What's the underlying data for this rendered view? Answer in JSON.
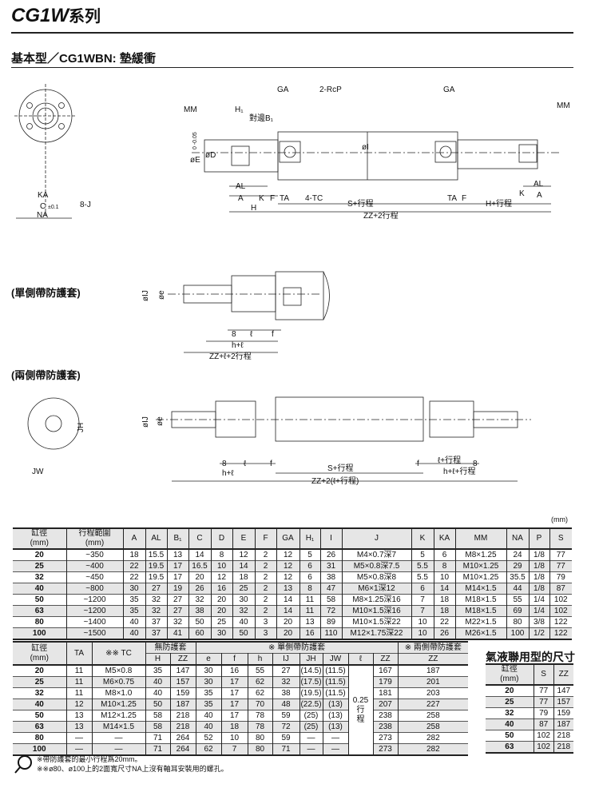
{
  "header": {
    "title_code": "CG1W",
    "title_series": "系列",
    "subtitle": "基本型／CG1WBN: 墊緩衝"
  },
  "drawing_basic": {
    "labels": {
      "MM": "MM",
      "H1": "H₁",
      "B1": "對邊B₁",
      "GA": "GA",
      "RcP": "2-RcP",
      "I": "øI",
      "E": "øE",
      "D": "øD",
      "tol_e": "0\n-0.05",
      "AL": "AL",
      "A": "A",
      "K": "K",
      "F": "F",
      "TA": "TA",
      "TC": "4-TC",
      "H": "H",
      "S": "S+行程",
      "Hs": "H+行程",
      "ZZ": "ZZ+2行程",
      "KA": "KA",
      "C": "C",
      "C_tol": "±0.1",
      "NA": "NA",
      "J": "8-J"
    }
  },
  "drawing_single": {
    "label": "(單側帶防護套)",
    "labels": {
      "IJ": "øIJ",
      "e": "øe",
      "eight": "8",
      "l": "ℓ",
      "f": "f",
      "h": "h+ℓ",
      "ZZ": "ZZ+ℓ+2行程"
    }
  },
  "drawing_double": {
    "label": "(兩側帶防護套)",
    "labels": {
      "IJ": "øIJ",
      "e": "øe",
      "JH": "JH",
      "JW": "JW",
      "eight": "8",
      "l": "ℓ",
      "f": "f",
      "h": "h+ℓ",
      "S": "S+行程",
      "ZZ": "ZZ+2(ℓ+行程)",
      "l2": "ℓ+行程",
      "eight2": "8",
      "h2": "h+ℓ+行程",
      "f2": "f"
    }
  },
  "unit": "(mm)",
  "table1": {
    "headers": [
      "缸徑\n(mm)",
      "行程範圍\n(mm)",
      "A",
      "AL",
      "B₁",
      "C",
      "D",
      "E",
      "F",
      "GA",
      "H₁",
      "I",
      "J",
      "K",
      "KA",
      "MM",
      "NA",
      "P",
      "S"
    ],
    "rows": [
      [
        "20",
        "~350",
        "18",
        "15.5",
        "13",
        "14",
        "8",
        "12",
        "2",
        "12",
        "5",
        "26",
        "M4×0.7深7",
        "5",
        "6",
        "M8×1.25",
        "24",
        "1/8",
        "77"
      ],
      [
        "25",
        "~400",
        "22",
        "19.5",
        "17",
        "16.5",
        "10",
        "14",
        "2",
        "12",
        "6",
        "31",
        "M5×0.8深7.5",
        "5.5",
        "8",
        "M10×1.25",
        "29",
        "1/8",
        "77"
      ],
      [
        "32",
        "~450",
        "22",
        "19.5",
        "17",
        "20",
        "12",
        "18",
        "2",
        "12",
        "6",
        "38",
        "M5×0.8深8",
        "5.5",
        "10",
        "M10×1.25",
        "35.5",
        "1/8",
        "79"
      ],
      [
        "40",
        "~800",
        "30",
        "27",
        "19",
        "26",
        "16",
        "25",
        "2",
        "13",
        "8",
        "47",
        "M6×1深12",
        "6",
        "14",
        "M14×1.5",
        "44",
        "1/8",
        "87"
      ],
      [
        "50",
        "~1200",
        "35",
        "32",
        "27",
        "32",
        "20",
        "30",
        "2",
        "14",
        "11",
        "58",
        "M8×1.25深16",
        "7",
        "18",
        "M18×1.5",
        "55",
        "1/4",
        "102"
      ],
      [
        "63",
        "~1200",
        "35",
        "32",
        "27",
        "38",
        "20",
        "32",
        "2",
        "14",
        "11",
        "72",
        "M10×1.5深16",
        "7",
        "18",
        "M18×1.5",
        "69",
        "1/4",
        "102"
      ],
      [
        "80",
        "~1400",
        "40",
        "37",
        "32",
        "50",
        "25",
        "40",
        "3",
        "20",
        "13",
        "89",
        "M10×1.5深22",
        "10",
        "22",
        "M22×1.5",
        "80",
        "3/8",
        "122"
      ],
      [
        "100",
        "~1500",
        "40",
        "37",
        "41",
        "60",
        "30",
        "50",
        "3",
        "20",
        "16",
        "110",
        "M12×1.75深22",
        "10",
        "26",
        "M26×1.5",
        "100",
        "1/2",
        "122"
      ]
    ]
  },
  "table2": {
    "group_headers": {
      "bore": "缸徑\n(mm)",
      "TA": "TA",
      "TC": "※※ TC",
      "none": "無防護套",
      "single": "※ 單側帶防護套",
      "double": "※ 兩側帶防護套"
    },
    "sub_headers": [
      "H",
      "ZZ",
      "e",
      "f",
      "h",
      "IJ",
      "JH",
      "JW",
      "ℓ",
      "ZZ",
      "ZZ"
    ],
    "stroke_factor": "0.25\n行\n程",
    "rows": [
      [
        "20",
        "11",
        "M5×0.8",
        "35",
        "147",
        "30",
        "16",
        "55",
        "27",
        "(14.5)",
        "(11.5)",
        "167",
        "187"
      ],
      [
        "25",
        "11",
        "M6×0.75",
        "40",
        "157",
        "30",
        "17",
        "62",
        "32",
        "(17.5)",
        "(11.5)",
        "179",
        "201"
      ],
      [
        "32",
        "11",
        "M8×1.0",
        "40",
        "159",
        "35",
        "17",
        "62",
        "38",
        "(19.5)",
        "(11.5)",
        "181",
        "203"
      ],
      [
        "40",
        "12",
        "M10×1.25",
        "50",
        "187",
        "35",
        "17",
        "70",
        "48",
        "(22.5)",
        "(13)",
        "207",
        "227"
      ],
      [
        "50",
        "13",
        "M12×1.25",
        "58",
        "218",
        "40",
        "17",
        "78",
        "59",
        "(25)",
        "(13)",
        "238",
        "258"
      ],
      [
        "63",
        "13",
        "M14×1.5",
        "58",
        "218",
        "40",
        "18",
        "78",
        "72",
        "(25)",
        "(13)",
        "238",
        "258"
      ],
      [
        "80",
        "—",
        "—",
        "71",
        "264",
        "52",
        "10",
        "80",
        "59",
        "—",
        "—",
        "273",
        "282"
      ],
      [
        "100",
        "—",
        "—",
        "71",
        "264",
        "62",
        "7",
        "80",
        "71",
        "—",
        "—",
        "273",
        "282"
      ]
    ]
  },
  "table3": {
    "title": "氣液聯用型的尺寸",
    "headers": [
      "缸徑\n(mm)",
      "S",
      "ZZ"
    ],
    "rows": [
      [
        "20",
        "77",
        "147"
      ],
      [
        "25",
        "77",
        "157"
      ],
      [
        "32",
        "79",
        "159"
      ],
      [
        "40",
        "87",
        "187"
      ],
      [
        "50",
        "102",
        "218"
      ],
      [
        "63",
        "102",
        "218"
      ]
    ]
  },
  "notes": [
    "※帶防護套的最小行程爲20mm。",
    "※※ø80、ø100上的2面寬尺寸NA上沒有軸耳安裝用的螺孔。"
  ]
}
